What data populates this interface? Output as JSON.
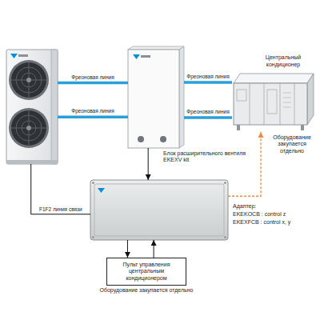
{
  "diagram": {
    "nodes": [
      {
        "text": []
      },
      {
        "text": [
          "Блок расширительного вентиля EKEXV kit"
        ]
      },
      {
        "text": [
          "Центральный кондиционер",
          "Оборудование закупается отдельно"
        ]
      },
      {
        "text": []
      },
      {
        "text": [
          "Пульт управления центральным кондиционером",
          "Оборудование закупается отдельно"
        ]
      }
    ],
    "edges": [
      {
        "from": 0,
        "to": 1,
        "label": "Фреоновая линия",
        "arrow": "none"
      },
      {
        "from": 0,
        "to": 1,
        "label": "Фреоновая линия",
        "arrow": "none"
      },
      {
        "from": 1,
        "to": 2,
        "label": "Фреоновая линия",
        "arrow": "none"
      },
      {
        "from": 1,
        "to": 2,
        "label": "Фреоновая линия",
        "arrow": "none"
      },
      {
        "from": 0,
        "to": 3,
        "label": "F1F2 линия связи",
        "arrow": "none"
      },
      {
        "from": 1,
        "to": 3,
        "arrow": "to"
      },
      {
        "from": 3,
        "to": 2,
        "arrow": "to"
      },
      {
        "from": 3,
        "to": 4,
        "arrow": "to"
      },
      {
        "from": 4,
        "to": 3,
        "arrow": "to"
      }
    ],
    "labels": [
      "Адаптер:",
      "EKEKOCB : control z",
      "EKEXFCB : control x, y"
    ]
  }
}
